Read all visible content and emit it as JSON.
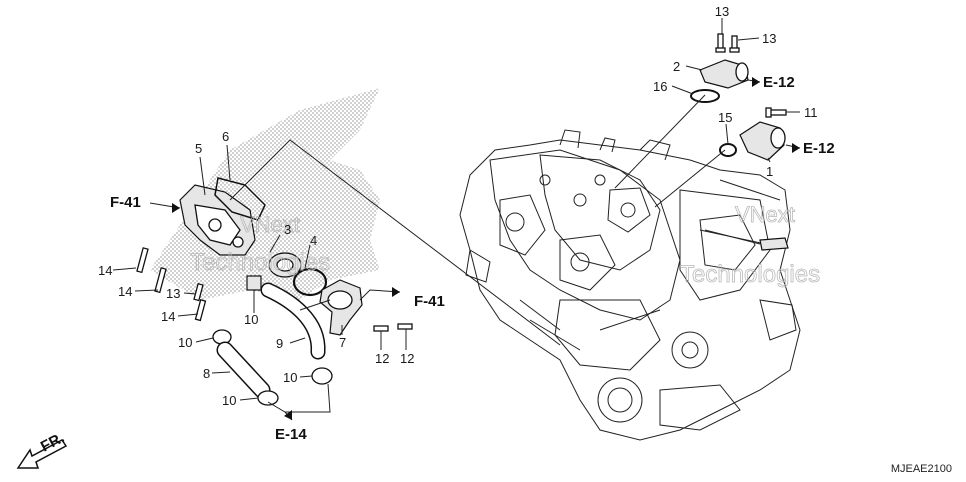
{
  "callouts": {
    "n13a": "13",
    "n13b": "13",
    "n2": "2",
    "n16": "16",
    "n11": "11",
    "n15": "15",
    "n1": "1",
    "n6": "6",
    "n5": "5",
    "n3": "3",
    "n4": "4",
    "n14a": "14",
    "n14b": "14",
    "n13c": "13",
    "n14c": "14",
    "n10a": "10",
    "n10b": "10",
    "n9": "9",
    "n7": "7",
    "n12a": "12",
    "n12b": "12",
    "n8": "8",
    "n10c": "10",
    "n10d": "10"
  },
  "refs": {
    "e12a": "E-12",
    "e12b": "E-12",
    "f41a": "F-41",
    "f41b": "F-41",
    "e14": "E-14",
    "fr": "FR."
  },
  "watermark": {
    "line1": "VNext",
    "line2": "Technologies"
  },
  "diagram_code": "MJEAE2100"
}
